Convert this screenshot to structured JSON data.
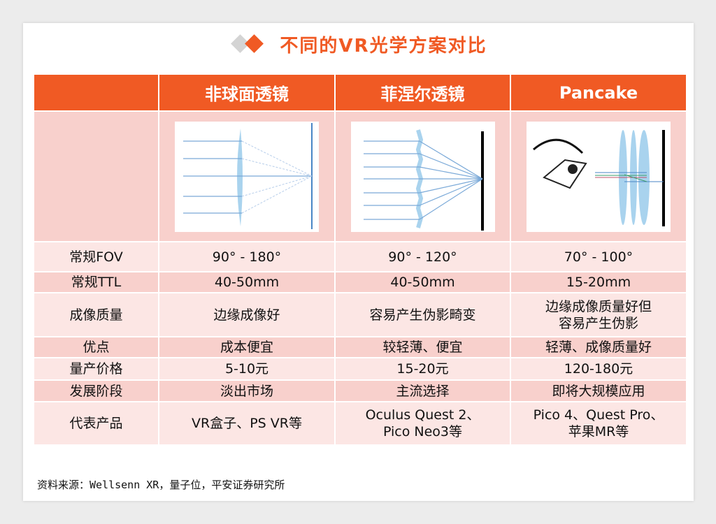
{
  "title": "不同的VR光学方案对比",
  "columns": [
    "",
    "非球面透镜",
    "菲涅尔透镜",
    "Pancake"
  ],
  "rows": [
    {
      "label": "常规FOV",
      "values": [
        "90° - 180°",
        "90° - 120°",
        "70° - 100°"
      ]
    },
    {
      "label": "常规TTL",
      "values": [
        "40-50mm",
        "40-50mm",
        "15-20mm"
      ]
    },
    {
      "label": "成像质量",
      "values": [
        "边缘成像好",
        "容易产生伪影畸变",
        "边缘成像质量好但\n容易产生伪影"
      ]
    },
    {
      "label": "优点",
      "values": [
        "成本便宜",
        "较轻薄、便宜",
        "轻薄、成像质量好"
      ]
    },
    {
      "label": "量产价格",
      "values": [
        "5-10元",
        "15-20元",
        "120-180元"
      ]
    },
    {
      "label": "发展阶段",
      "values": [
        "淡出市场",
        "主流选择",
        "即将大规模应用"
      ]
    },
    {
      "label": "代表产品",
      "values": [
        "VR盒子、PS VR等",
        "Oculus Quest 2、\nPico Neo3等",
        "Pico 4、Quest Pro、\n苹果MR等"
      ]
    }
  ],
  "source": "资料来源：Wellsenn XR，量子位，平安证券研究所",
  "colors": {
    "accent": "#f05a24",
    "row_pink": "#f8d0cc",
    "row_light": "#fce6e4"
  }
}
